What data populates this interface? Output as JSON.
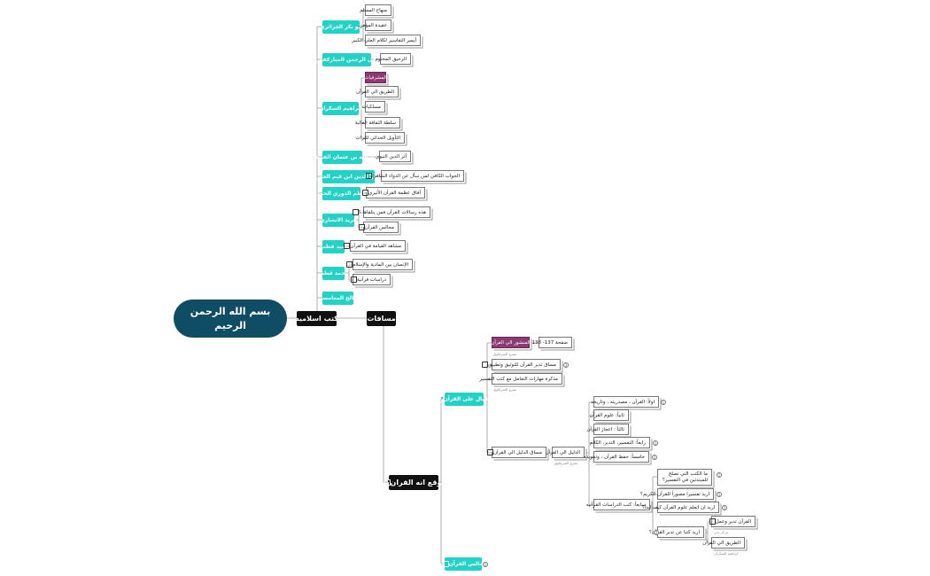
{
  "root": {
    "title": "بسم الله الرحمن الرحيم"
  },
  "branches": {
    "books": "كتب اسلاميه",
    "courses": "مسافات",
    "site": "موقع انه القران"
  },
  "authors": [
    {
      "name": "ابو بكر الجزائري",
      "books": [
        "منهاج المسلم",
        "عقيدة المؤمن",
        "أيسر التفاسير لكلام العلي الكبير"
      ]
    },
    {
      "name": "صفي الرحمن المباركفوري",
      "books": [
        "الرحيق المختوم"
      ]
    },
    {
      "name": "ابراهيم السكران",
      "books": [
        "المشرفيات",
        "الطريق الي القرآن",
        "مسلكيات",
        "سلطة الثقافة الغالبة",
        "التأويل الحداثي للتراث"
      ]
    },
    {
      "name": "عبد الله بن عثمان الفنيحاني",
      "books": [
        "أثر الدين النبوي"
      ]
    },
    {
      "name": "شمس الدين ابن قيم الجوزيه",
      "books": [
        "الجواب الكافي لمن سأل عن الدواء الشافي"
      ]
    },
    {
      "name": "ناظم الدوري الحمد",
      "books": [
        "آفاق عظمة القرآن الأثيري"
      ]
    },
    {
      "name": "فريد الانصاري",
      "books": [
        "هذه رسالات القرآن فمن يتلقاها ؟",
        "مجالس القرآن"
      ]
    },
    {
      "name": "سيد قطب",
      "books": [
        "مشاهد القيامة في القرآن"
      ]
    },
    {
      "name": "محمد قطب",
      "books": [
        "الإنسان بين المادية والإسلام",
        "دراسات قرآنية"
      ]
    },
    {
      "name": "صالح المغامسي",
      "books": []
    }
  ],
  "site": {
    "children": [
      {
        "name": "الاقبال على القرآن",
        "children": [
          {
            "name": "المنشور الي القرآن",
            "note": "عمرو الشرقاوي",
            "extra": "صفحة 137- 138"
          },
          {
            "name": "مساق تدبر القرآن للتوثيق وتطبيق"
          },
          {
            "name": "مذكرة مهارات التعامل مع كتب التفسير",
            "note": "عمرو الشرقاوي"
          },
          {
            "name": "مساق الدليل الي القرآن",
            "sub": {
              "name": "الدليل الي القرآن",
              "note": "عمرو الشرقاوي"
            },
            "items": [
              "اولاً: القرآن ، مصدريته ، وتاريخه",
              "ثانياً: علوم القرآن",
              "ثالثاً : اعجاز القرآن",
              "رابعاً: التفسير، التدبر، الكلام",
              "خامساً: حفظ القرآن ، وتجويده",
              "سابعاً: كتب الدراسات القرآنيه"
            ],
            "studies": [
              "ما الكتب التي تصلح للمبتدئين في التفسير؟",
              "اريد تفسيرا مصوراً للقرآن الكريم؟",
              "اريد ان اتعلم علوم القرآن كيف ابدأ؟",
              "اريد كتبا عن تدبر القرآن؟"
            ],
            "tadabbur": [
              {
                "title": "القرآن تدبر وعمل",
                "note": "مركز تدبر"
              },
              {
                "title": "الطريق الي القرآن",
                "note": "ابراهيم السكران"
              }
            ]
          }
        ]
      },
      {
        "name": "مجالس القرآن",
        "count": "1"
      }
    ]
  },
  "counts": {
    "tafseer": "3",
    "mosaq": "1",
    "awwal": "1",
    "rabea": "1",
    "khamis": "1",
    "q1": "1",
    "q2": "1",
    "q3": "1",
    "q4": "2",
    "extra": "1"
  },
  "colors": {
    "root": "#0e4d64",
    "teal": "#22d3c5",
    "black": "#111111",
    "pink": "#8e3a72",
    "link": "#9a9a9a"
  }
}
